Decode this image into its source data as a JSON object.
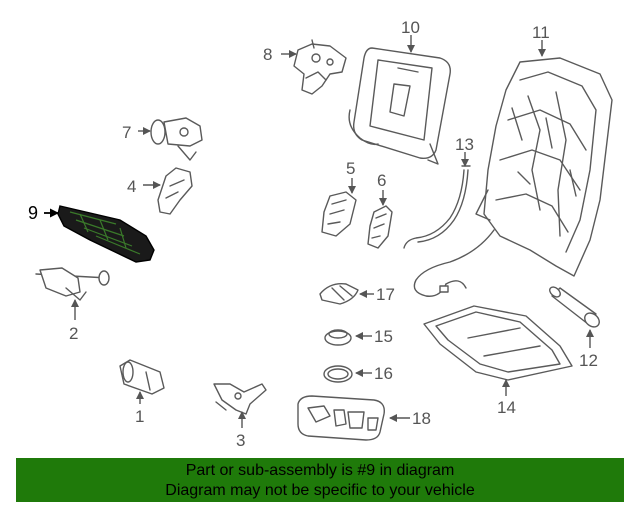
{
  "callouts": {
    "c1": "1",
    "c2": "2",
    "c3": "3",
    "c4": "4",
    "c5": "5",
    "c6": "6",
    "c7": "7",
    "c8": "8",
    "c9": "9",
    "c10": "10",
    "c11": "11",
    "c12": "12",
    "c13": "13",
    "c14": "14",
    "c15": "15",
    "c16": "16",
    "c17": "17",
    "c18": "18"
  },
  "highlight": {
    "part": "9",
    "color": "#1f7a0a"
  },
  "footer": {
    "line1": "Part or sub-assembly is #9 in diagram",
    "line2": "Diagram may not be specific to your vehicle",
    "bg_color": "#1f7a0a"
  }
}
